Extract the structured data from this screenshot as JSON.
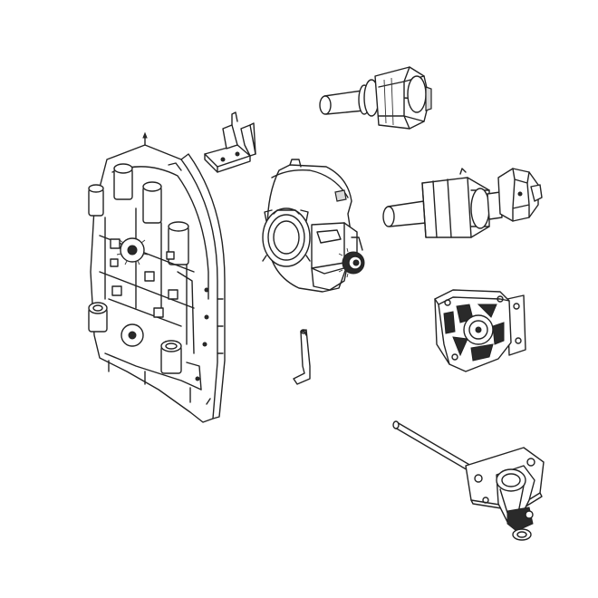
{
  "figure": {
    "kind": "exploded-parts-drawing",
    "background": "#ffffff",
    "line_color": "#222222",
    "parts": [
      {
        "id": "side-plate",
        "icon": "bracket-plate-icon"
      },
      {
        "id": "small-bracket",
        "icon": "angle-bracket-icon"
      },
      {
        "id": "gear-housing",
        "icon": "gearbox-icon"
      },
      {
        "id": "pin",
        "icon": "l-pin-icon"
      },
      {
        "id": "end-plug-top",
        "icon": "end-plug-icon"
      },
      {
        "id": "end-plug-crank",
        "icon": "adapter-icon"
      },
      {
        "id": "mount-plate",
        "icon": "mounting-plate-icon"
      },
      {
        "id": "crank-rod",
        "icon": "crank-rod-icon"
      }
    ]
  }
}
